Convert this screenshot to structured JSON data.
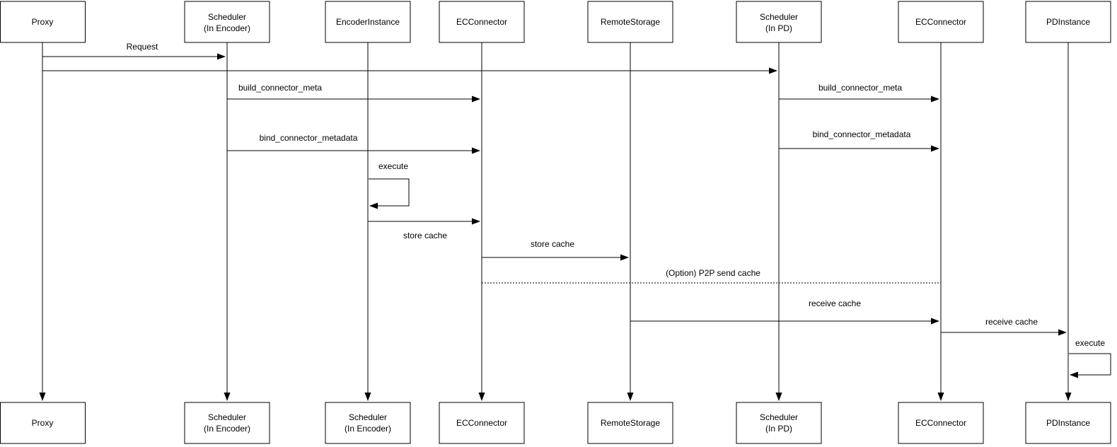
{
  "canvas": {
    "background_color": "#ffffff",
    "stroke_color": "#000000",
    "text_color": "#000000"
  },
  "actors_top": {
    "proxy": {
      "label": "Proxy"
    },
    "scheduler_encoder": {
      "line1": "Scheduler",
      "line2": "(In Encoder)"
    },
    "encoder_instance": {
      "label": "EncoderInstance"
    },
    "ec_connector": {
      "label": "ECConnector"
    },
    "remote_storage": {
      "label": "RemoteStorage"
    },
    "scheduler_pd": {
      "line1": "Scheduler",
      "line2": "(In PD)"
    },
    "ec_connector_2": {
      "label": "ECConnector"
    },
    "pd_instance": {
      "label": "PDInstance"
    }
  },
  "actors_bottom": {
    "proxy": {
      "label": "Proxy"
    },
    "scheduler_encoder": {
      "line1": "Scheduler",
      "line2": "(In Encoder)"
    },
    "scheduler_encoder_2": {
      "line1": "Scheduler",
      "line2": "(In Encoder)"
    },
    "ec_connector": {
      "label": "ECConnector"
    },
    "remote_storage": {
      "label": "RemoteStorage"
    },
    "scheduler_pd": {
      "line1": "Scheduler",
      "line2": "(In PD)"
    },
    "ec_connector_2": {
      "label": "ECConnector"
    },
    "pd_instance": {
      "label": "PDInstance"
    }
  },
  "messages": {
    "request": {
      "label": "Request"
    },
    "build_connector_meta_encoder": {
      "label": "build_connector_meta"
    },
    "build_connector_meta_pd": {
      "label": "build_connector_meta"
    },
    "bind_connector_metadata_encoder": {
      "label": "bind_connector_metadata"
    },
    "bind_connector_metadata_pd": {
      "label": "bind_connector_metadata"
    },
    "execute_encoder": {
      "label": "execute"
    },
    "store_cache_to_ecconnector": {
      "label": "store cache"
    },
    "store_cache_to_remotestorage": {
      "label": "store cache"
    },
    "p2p_send_cache": {
      "label": "(Option) P2P send cache"
    },
    "receive_cache_to_ecconnector": {
      "label": "receive cache"
    },
    "receive_cache_to_pdinstance": {
      "label": "receive cache"
    },
    "execute_pd": {
      "label": "execute"
    }
  }
}
